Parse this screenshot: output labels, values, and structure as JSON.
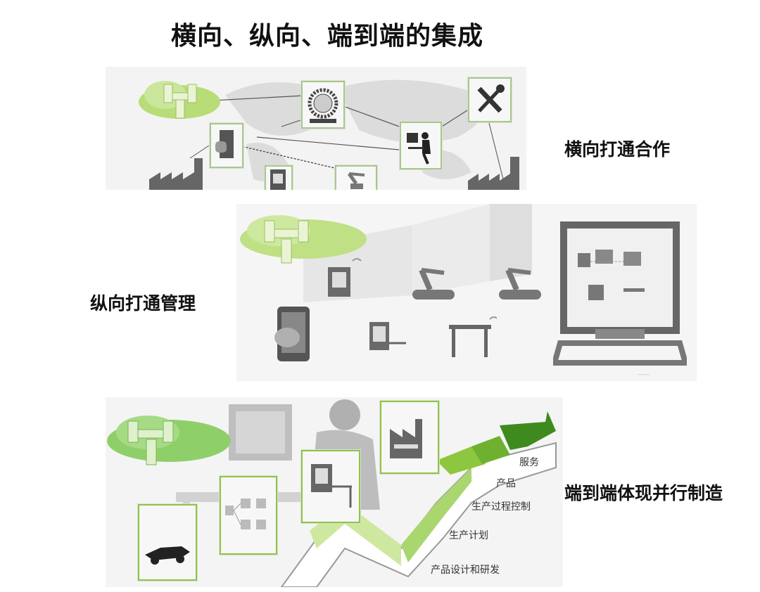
{
  "title": "横向、纵向、端到端的集成",
  "sections": {
    "horizontal": {
      "label": "横向打通合作"
    },
    "vertical": {
      "label": "纵向打通管理"
    },
    "end_to_end": {
      "label": "端到端体现并行制造",
      "steps": [
        "服务",
        "产品",
        "生产过程控制",
        "生产计划",
        "产品设计和研发"
      ]
    }
  },
  "colors": {
    "accent_green": "#8dc63f",
    "dark_green": "#3f8a1f",
    "light_green": "#cfe8a0",
    "gray": "#9a9a9a"
  },
  "icons": [
    "cloud-icon",
    "gear-icon",
    "tools-icon",
    "operator-icon",
    "factory-icon",
    "robot-arm-icon",
    "machine-icon",
    "tablet-icon",
    "monitor-icon",
    "laptop-icon",
    "race-car-icon",
    "flowchart-icon"
  ]
}
